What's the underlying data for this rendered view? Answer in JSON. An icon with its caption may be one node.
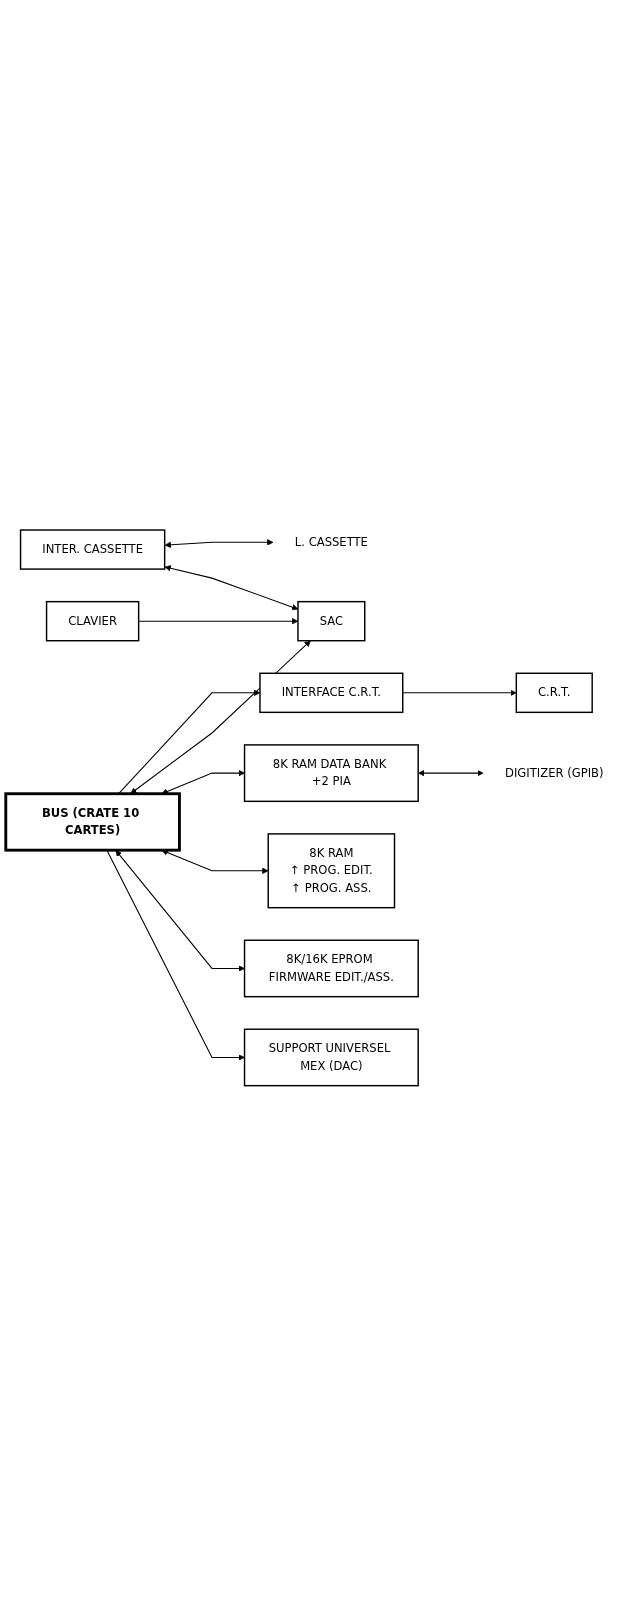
{
  "diagram": {
    "nodes": [
      {
        "text": [
          "L. CASSETTE"
        ]
      },
      {
        "text": [
          "C.R.T."
        ]
      },
      {
        "text": [
          "INTERFACE C.R.T."
        ]
      },
      {
        "text": [
          "INTER. CASSETTE"
        ]
      },
      {
        "text": [
          "CLAVIER"
        ]
      },
      {
        "text": [
          "SAC"
        ]
      },
      {
        "text": [
          "8K RAM DATA BANK +2 PIA"
        ]
      },
      {
        "text": [
          "DIGITIZER (GPIB)"
        ]
      },
      {
        "text": [
          "8K RAM",
          "↑ PROG. EDIT.",
          "↑ PROG. ASS."
        ]
      },
      {
        "text": [
          "8K/16K EPROM FIRMWARE EDIT./ASS."
        ]
      },
      {
        "text": [
          "SUPPORT UNIVERSEL MEX (DAC)"
        ]
      },
      {
        "text": [
          "BUS (CRATE 10 CARTES)"
        ]
      }
    ],
    "edges": [
      {
        "from": 3,
        "to": 0,
        "arrow": "both"
      },
      {
        "from": 2,
        "to": 1,
        "arrow": "to"
      },
      {
        "from": 3,
        "to": 5,
        "arrow": "both"
      },
      {
        "from": 4,
        "to": 5,
        "arrow": "to"
      },
      {
        "from": 6,
        "to": 7,
        "arrow": "both"
      },
      {
        "from": 11,
        "to": 2,
        "arrow": "to"
      },
      {
        "from": 11,
        "to": 5,
        "arrow": "both"
      },
      {
        "from": 11,
        "to": 6,
        "arrow": "both"
      },
      {
        "from": 11,
        "to": 8,
        "arrow": "both"
      },
      {
        "from": 11,
        "to": 9,
        "arrow": "both"
      },
      {
        "from": 11,
        "to": 10,
        "arrow": "to"
      }
    ]
  }
}
